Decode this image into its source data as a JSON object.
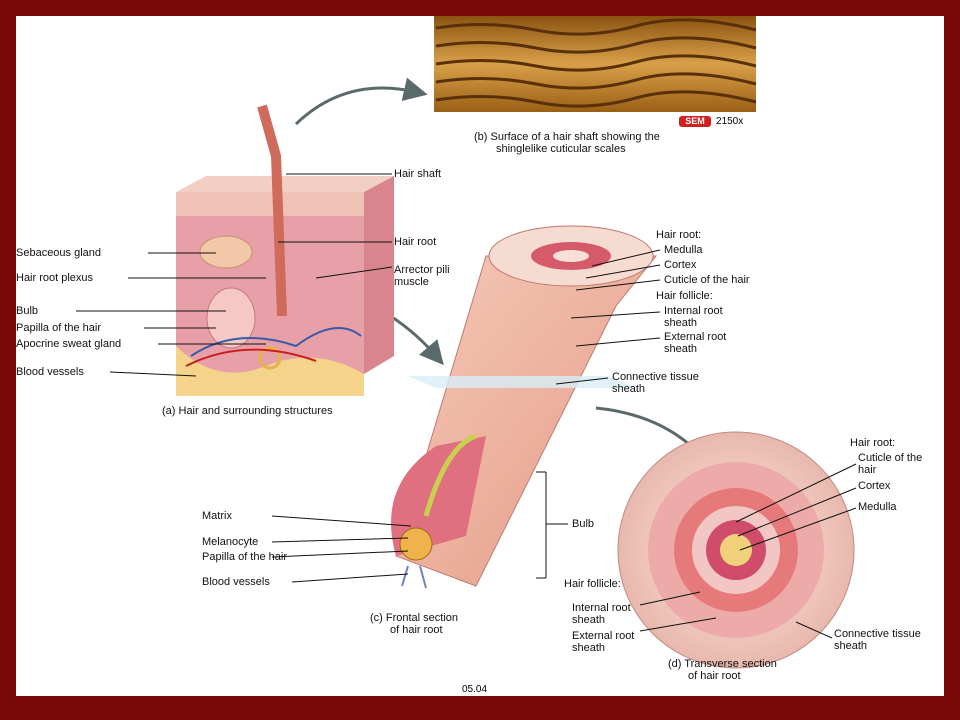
{
  "panel_a": {
    "caption": "(a) Hair and surrounding structures",
    "labels": {
      "hair_shaft": "Hair shaft",
      "hair_root": "Hair root",
      "arrector_pili": "Arrector pili muscle",
      "sebaceous_gland": "Sebaceous gland",
      "hair_root_plexus": "Hair root plexus",
      "bulb": "Bulb",
      "papilla": "Papilla of the hair",
      "apocrine": "Apocrine sweat gland",
      "blood_vessels": "Blood vessels"
    }
  },
  "panel_b": {
    "caption_line1": "(b) Surface of a hair shaft showing the",
    "caption_line2": "shinglelike cuticular scales",
    "badge": "SEM",
    "magnification": "2150x"
  },
  "panel_c": {
    "caption_line1": "(c) Frontal section",
    "caption_line2": "of hair root",
    "labels": {
      "hair_root_header": "Hair root:",
      "medulla": "Medulla",
      "cortex": "Cortex",
      "cuticle": "Cuticle of the hair",
      "follicle_header": "Hair follicle:",
      "internal_sheath": "Internal root sheath",
      "external_sheath": "External root sheath",
      "connective_sheath": "Connective tissue sheath",
      "bulb": "Bulb",
      "matrix": "Matrix",
      "melanocyte": "Melanocyte",
      "papilla": "Papilla of the hair",
      "blood_vessels": "Blood vessels"
    }
  },
  "panel_d": {
    "caption_line1": "(d) Transverse section",
    "caption_line2": "of hair root",
    "labels": {
      "hair_root_header": "Hair root:",
      "cuticle": "Cuticle of the hair",
      "cortex": "Cortex",
      "medulla": "Medulla",
      "follicle_header": "Hair follicle:",
      "internal_sheath": "Internal root sheath",
      "external_sheath": "External root sheath",
      "connective_sheath": "Connective tissue sheath"
    }
  },
  "figure_code": "05.04",
  "colors": {
    "frame": "#7a0a0a",
    "skin": "#e8a0a8",
    "sem": "#b8751e"
  }
}
